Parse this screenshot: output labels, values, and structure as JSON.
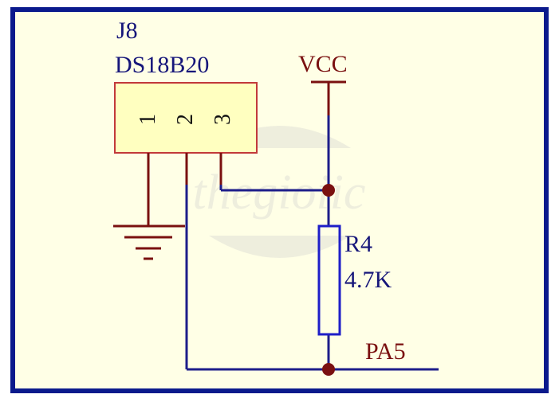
{
  "connector": {
    "ref": "J8",
    "part": "DS18B20",
    "pins": [
      "1",
      "2",
      "3"
    ]
  },
  "power": {
    "label": "VCC"
  },
  "resistor": {
    "ref": "R4",
    "value": "4.7K"
  },
  "net": {
    "label": "PA5"
  },
  "watermark": {
    "text": "thegioiic"
  },
  "colors": {
    "frame": "#0b1a8c",
    "background": "#ffffe6",
    "wire": "#1d1d8a",
    "pin": "#7a1010",
    "label_blue": "#16167a",
    "label_red": "#7a1010",
    "body_fill": "#ffffc0",
    "body_stroke": "#c23a3a",
    "resistor_stroke": "#1e1ec8",
    "junction": "#7a1010"
  }
}
